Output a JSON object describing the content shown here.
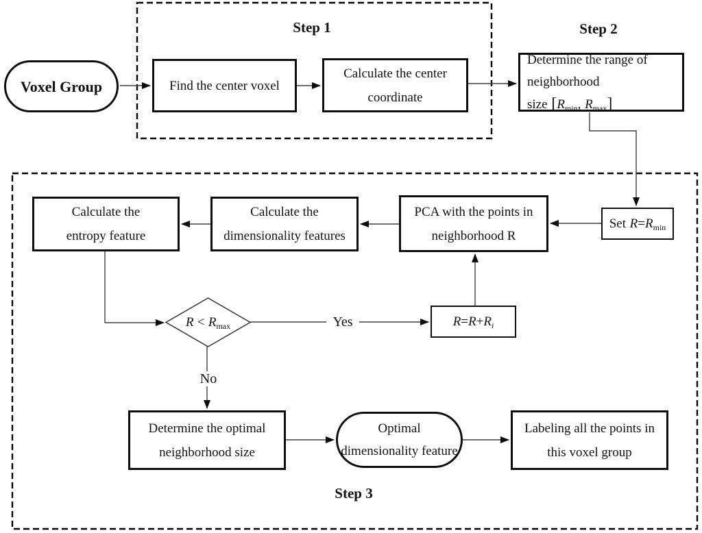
{
  "colors": {
    "background": "#ffffff",
    "ink": "#000000",
    "connector": "#3f3f3f"
  },
  "labels": {
    "step1": "Step 1",
    "step2": "Step 2",
    "step3": "Step 3",
    "yes": "Yes",
    "no": "No"
  },
  "nodes": {
    "voxel_group": {
      "label": "Voxel Group"
    },
    "find_center": {
      "label": "Find the center voxel"
    },
    "calc_center": {
      "line1": "Calculate the center",
      "line2": "coordinate"
    },
    "determine_range": {
      "line1": "Determine the range of",
      "line2_text": "neighborhood size",
      "open_bracket": "[",
      "r1": "R",
      "sub1": "min",
      "comma": ",",
      "r2": "R",
      "sub2": "max",
      "close_bracket": "]"
    },
    "set_r": {
      "set": "Set",
      "r1": "R",
      "eq": "=",
      "r2": "R",
      "sub": "min"
    },
    "pca": {
      "line1": "PCA with the points in",
      "line2": "neighborhood R"
    },
    "calc_dimensionality": {
      "line1": "Calculate the",
      "line2": "dimensionality features"
    },
    "calc_entropy": {
      "line1": "Calculate the",
      "line2": "entropy feature"
    },
    "decision": {
      "r1": "R",
      "op": "<",
      "r2": "R",
      "sub": "max"
    },
    "increment": {
      "r1": "R",
      "eq": "=",
      "r2": "R",
      "plus": "+",
      "r3": "R",
      "sub": "i"
    },
    "determine_optimal": {
      "line1": "Determine the optimal",
      "line2": "neighborhood size"
    },
    "optimal_feature": {
      "line1": "Optimal",
      "line2": "dimensionality feature"
    },
    "labeling": {
      "line1": "Labeling all the points in",
      "line2": "this voxel group"
    }
  }
}
